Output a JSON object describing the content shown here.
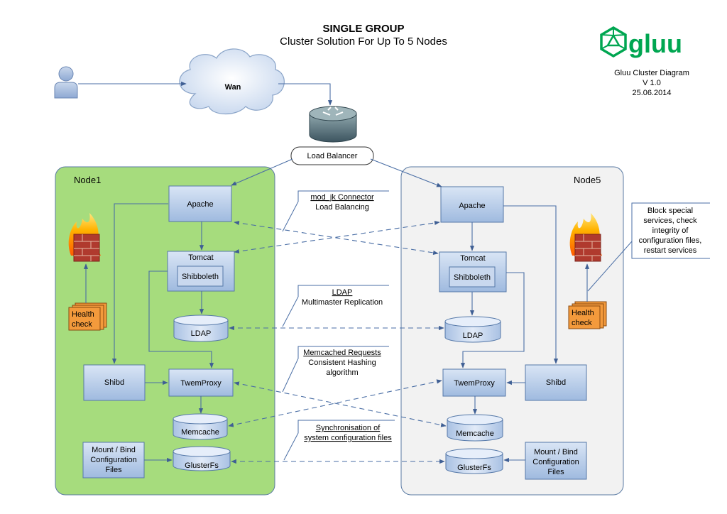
{
  "header": {
    "title": "SINGLE GROUP",
    "subtitle": "Cluster Solution For Up To 5 Nodes"
  },
  "logo": {
    "text": "gluu",
    "color": "#00a651"
  },
  "meta": {
    "line1": "Gluu Cluster Diagram",
    "line2": "V 1.0",
    "line3": "25.06.2014"
  },
  "wan": {
    "label": "Wan"
  },
  "load_balancer": {
    "label": "Load Balancer"
  },
  "node_left": {
    "title": "Node1",
    "apache": "Apache",
    "tomcat": "Tomcat",
    "shibboleth": "Shibboleth",
    "ldap": "LDAP",
    "shibd": "Shibd",
    "twemproxy": "TwemProxy",
    "memcache": "Memcache",
    "glusterfs": "GlusterFs",
    "mount_line1": "Mount / Bind",
    "mount_line2": "Configuration",
    "mount_line3": "Files",
    "health_line1": "Health",
    "health_line2": "check",
    "fill_color": "#a6dc7d"
  },
  "node_right": {
    "title": "Node5",
    "apache": "Apache",
    "tomcat": "Tomcat",
    "shibboleth": "Shibboleth",
    "ldap": "LDAP",
    "shibd": "Shibd",
    "twemproxy": "TwemProxy",
    "memcache": "Memcache",
    "glusterfs": "GlusterFs",
    "mount_line1": "Mount / Bind",
    "mount_line2": "Configuration",
    "mount_line3": "Files",
    "health_line1": "Health",
    "health_line2": "check",
    "fill_color": "#f2f2f2"
  },
  "notes": {
    "mod_jk_title": "mod_jk Connector",
    "mod_jk_sub": "Load Balancing",
    "ldap_title": "LDAP",
    "ldap_sub": "Multimaster Replication",
    "memcached_title": "Memcached Requests",
    "memcached_sub1": "Consistent Hashing",
    "memcached_sub2": "algorithm",
    "sync_line1": "Synchronisation of",
    "sync_line2": "system configuration files",
    "block_line1": "Block special",
    "block_line2": "services, check",
    "block_line3": "integrity of",
    "block_line4": "configuration files,",
    "block_line5": "restart services"
  },
  "colors": {
    "box_blue": "#b8cde9",
    "arrow_blue": "#4a6ea5",
    "health_orange": "#f39a3c"
  }
}
